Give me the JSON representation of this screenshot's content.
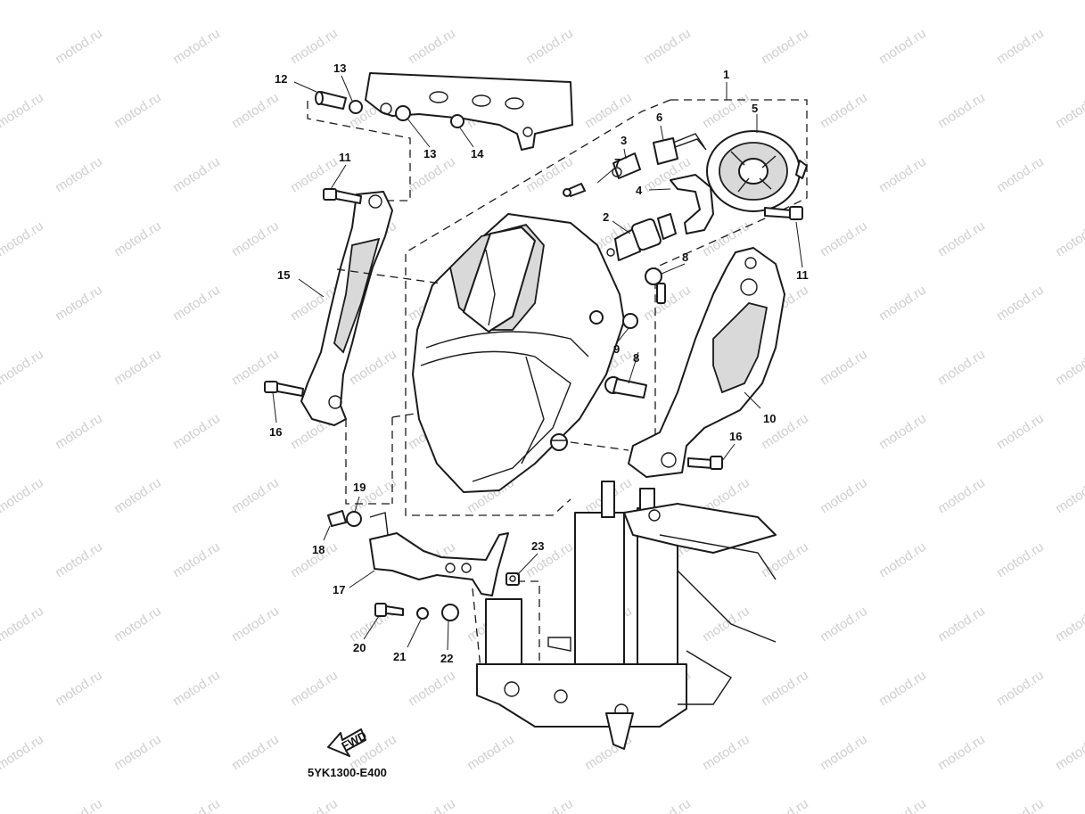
{
  "watermark": {
    "text": "motod.ru"
  },
  "diagram": {
    "drawing_code": "5YK1300-E400",
    "direction_label": "FWD",
    "callouts": [
      "1",
      "2",
      "3",
      "4",
      "5",
      "6",
      "7",
      "8",
      "8",
      "9",
      "10",
      "11",
      "11",
      "12",
      "13",
      "13",
      "14",
      "15",
      "16",
      "16",
      "17",
      "18",
      "19",
      "20",
      "21",
      "22",
      "23"
    ]
  }
}
